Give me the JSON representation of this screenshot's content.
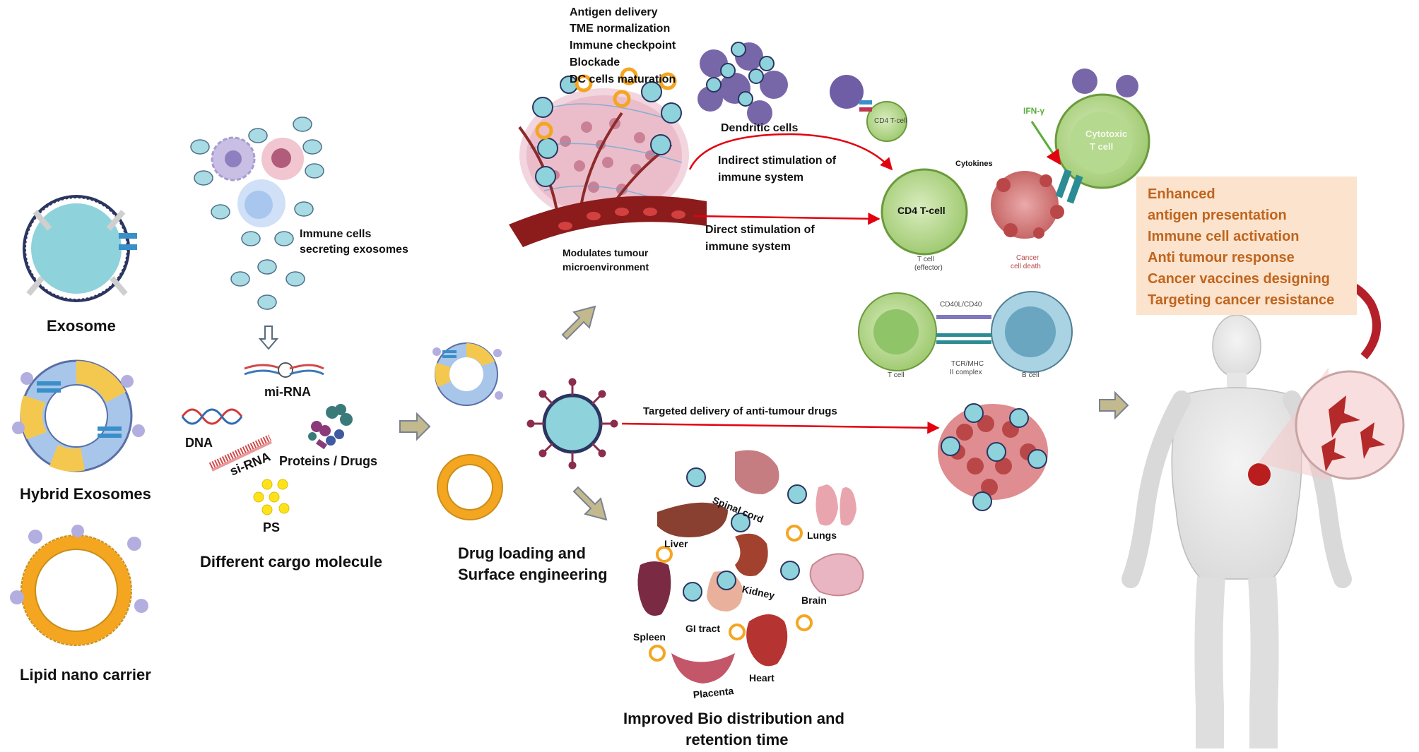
{
  "labels": {
    "exosome": "Exosome",
    "hybrid_exosomes": "Hybrid Exosomes",
    "lipid_nano_carrier": "Lipid nano carrier",
    "immune_cells_line1": "Immune cells",
    "immune_cells_line2": "secreting exosomes",
    "mirna": "mi-RNA",
    "dna": "DNA",
    "sirna": "si-RNA",
    "proteins_drugs": "Proteins / Drugs",
    "ps": "PS",
    "different_cargo": "Different cargo molecule",
    "drug_loading_line1": "Drug loading and",
    "drug_loading_line2": "Surface engineering",
    "antigen_delivery": "Antigen delivery",
    "tme_normalization": "TME normalization",
    "immune_checkpoint": "Immune checkpoint",
    "blockade": "Blockade",
    "dc_maturation": "DC cells maturation",
    "modulates_line1": "Modulates  tumour",
    "modulates_line2": "microenvironment",
    "dendritic_cells": "Dendritic cells",
    "indirect_line1": "Indirect stimulation of",
    "indirect_line2": "immune system",
    "direct_line1": "Direct stimulation of",
    "direct_line2": "immune system",
    "targeted_delivery": "Targeted delivery of anti-tumour drugs",
    "improved_line1": "Improved Bio distribution and",
    "improved_line2": "retention time",
    "spinal_cord": "Spinal cord",
    "lungs": "Lungs",
    "liver": "Liver",
    "kidney": "Kidney",
    "brain": "Brain",
    "spleen": "Spleen",
    "gi_tract": "GI tract",
    "heart": "Heart",
    "placenta": "Placenta",
    "cd4_tcell": "CD4 T-cell",
    "cd4_small": "CD4 T-cell",
    "cytotoxic_tcell_line1": "Cytotoxic",
    "cytotoxic_tcell_line2": "T cell",
    "cytokines": "Cytokines",
    "ifn_gamma": "IFN-γ",
    "t_cell_effector_line1": "T cell",
    "t_cell_effector_line2": "(effector)",
    "cancer_cell_death_line1": "Cancer",
    "cancer_cell_death_line2": "cell death",
    "cd40l_cd40": "CD40L/CD40",
    "tcr_mhc_line1": "TCR/MHC",
    "tcr_mhc_line2": "II complex",
    "t_cell": "T cell",
    "b_cell": "B cell"
  },
  "outcomes": [
    "Enhanced",
    "antigen presentation",
    "Immune cell activation",
    "Anti tumour response",
    "Cancer vaccines designing",
    "Targeting cancer resistance"
  ],
  "colors": {
    "exosome_fill": "#8ed2dc",
    "arrow_red": "#e3000f",
    "flow_arrow_fill": "#c2b98e",
    "outcome_text": "#c0651e",
    "outcome_bg": "#fbe3cd",
    "lipid_orange": "#f4a621",
    "hybrid_blue": "#a7c6ea",
    "tcell_green": "#a8cf7a",
    "tumour_red": "#c44a4a",
    "dc_purple": "#7767a8",
    "curved_arrow": "#b4202a"
  }
}
